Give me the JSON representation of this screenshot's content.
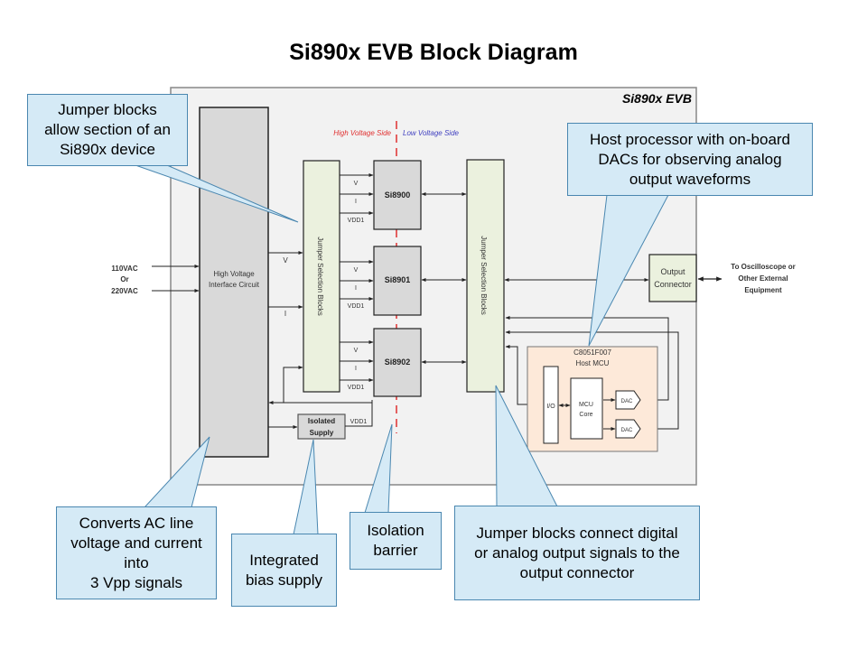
{
  "title": "Si890x EVB Block Diagram",
  "board": {
    "label": "Si890x EVB",
    "high_voltage_side": "High Voltage Side",
    "low_voltage_side": "Low Voltage Side"
  },
  "inputs": {
    "line1": "110VAC",
    "line2": "Or",
    "line3": "220VAC"
  },
  "blocks": {
    "hv_interface": [
      "High Voltage",
      "Interface Circuit"
    ],
    "jumper_left": "Jumper Selection Blocks",
    "jumper_right": "Jumper Selection Blocks",
    "devices": [
      "Si8900",
      "Si8901",
      "Si8902"
    ],
    "isolated_supply": [
      "Isolated",
      "Supply"
    ],
    "output_connector": [
      "Output",
      "Connector"
    ],
    "mcu_part": "C8051F007",
    "mcu_name": "Host MCU",
    "io": "I/O",
    "mcu_core": [
      "MCU",
      "Core"
    ],
    "dac": "DAC"
  },
  "signals": {
    "v": "V",
    "i": "I",
    "vdd1": "VDD1"
  },
  "external": [
    "To Oscilloscope or",
    "Other External",
    "Equipment"
  ],
  "callouts": {
    "jumper_select": "Jumper blocks\nallow  section of an\nSi890x device",
    "host_processor": "Host processor with  on-board\nDACs for observing analog\noutput waveforms",
    "converts_ac": "Converts AC line\nvoltage and current\ninto\n3 Vpp signals",
    "bias_supply": "Integrated\nbias supply",
    "isolation": "Isolation\nbarrier",
    "jumper_connect": "Jumper blocks connect digital\nor analog output signals to the\noutput connector"
  },
  "colors": {
    "board_fill": "#f2f2f2",
    "device_fill": "#d9d9d9",
    "jumper_fill": "#ebf1de",
    "mcu_fill": "#fde9d9",
    "callout_fill": "#d5eaf6",
    "callout_border": "#4a87b0",
    "hv_text": "#e03030",
    "lv_text": "#4040c0",
    "barrier": "#e03030"
  }
}
